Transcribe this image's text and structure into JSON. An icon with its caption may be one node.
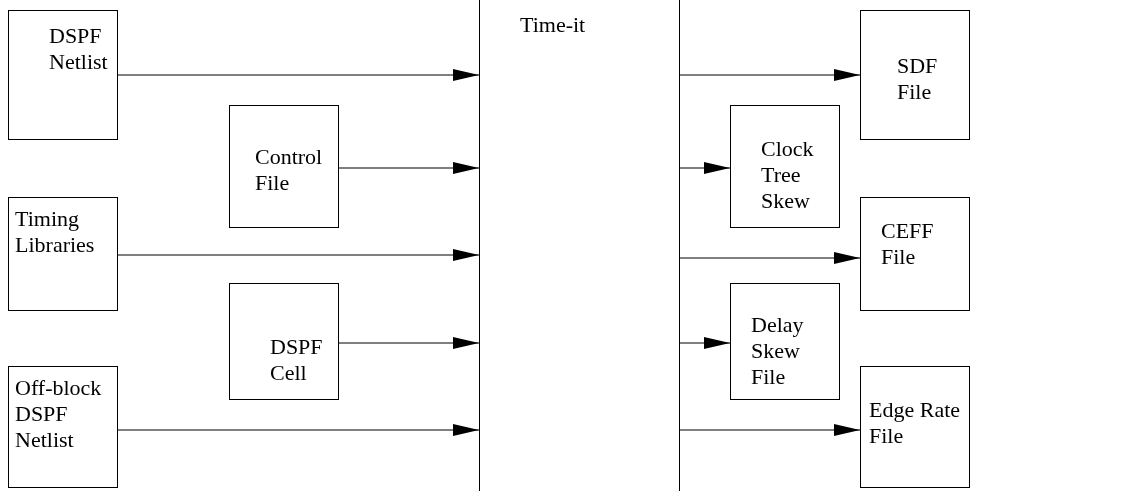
{
  "diagram": {
    "nodes": [
      {
        "text": [
          "DSPF Netlist"
        ]
      },
      {
        "text": [
          "Control File"
        ]
      },
      {
        "text": [
          "Timing Libraries"
        ]
      },
      {
        "text": [
          "DSPF Cell"
        ]
      },
      {
        "text": [
          "Off-block DSPF Netlist"
        ]
      },
      {
        "text": [
          "Time-it"
        ]
      },
      {
        "text": [
          "SDF File"
        ]
      },
      {
        "text": [
          "Clock Tree Skew"
        ]
      },
      {
        "text": [
          "CEFF File"
        ]
      },
      {
        "text": [
          "Delay Skew File"
        ]
      },
      {
        "text": [
          "Edge Rate File"
        ]
      }
    ],
    "edges": [
      {
        "from": 0,
        "to": 5,
        "arrow": "to"
      },
      {
        "from": 1,
        "to": 5,
        "arrow": "to"
      },
      {
        "from": 2,
        "to": 5,
        "arrow": "to"
      },
      {
        "from": 3,
        "to": 5,
        "arrow": "to"
      },
      {
        "from": 4,
        "to": 5,
        "arrow": "to"
      },
      {
        "from": 5,
        "to": 6,
        "arrow": "to"
      },
      {
        "from": 5,
        "to": 7,
        "arrow": "to"
      },
      {
        "from": 5,
        "to": 8,
        "arrow": "to"
      },
      {
        "from": 5,
        "to": 9,
        "arrow": "to"
      },
      {
        "from": 5,
        "to": 10,
        "arrow": "to"
      }
    ]
  }
}
